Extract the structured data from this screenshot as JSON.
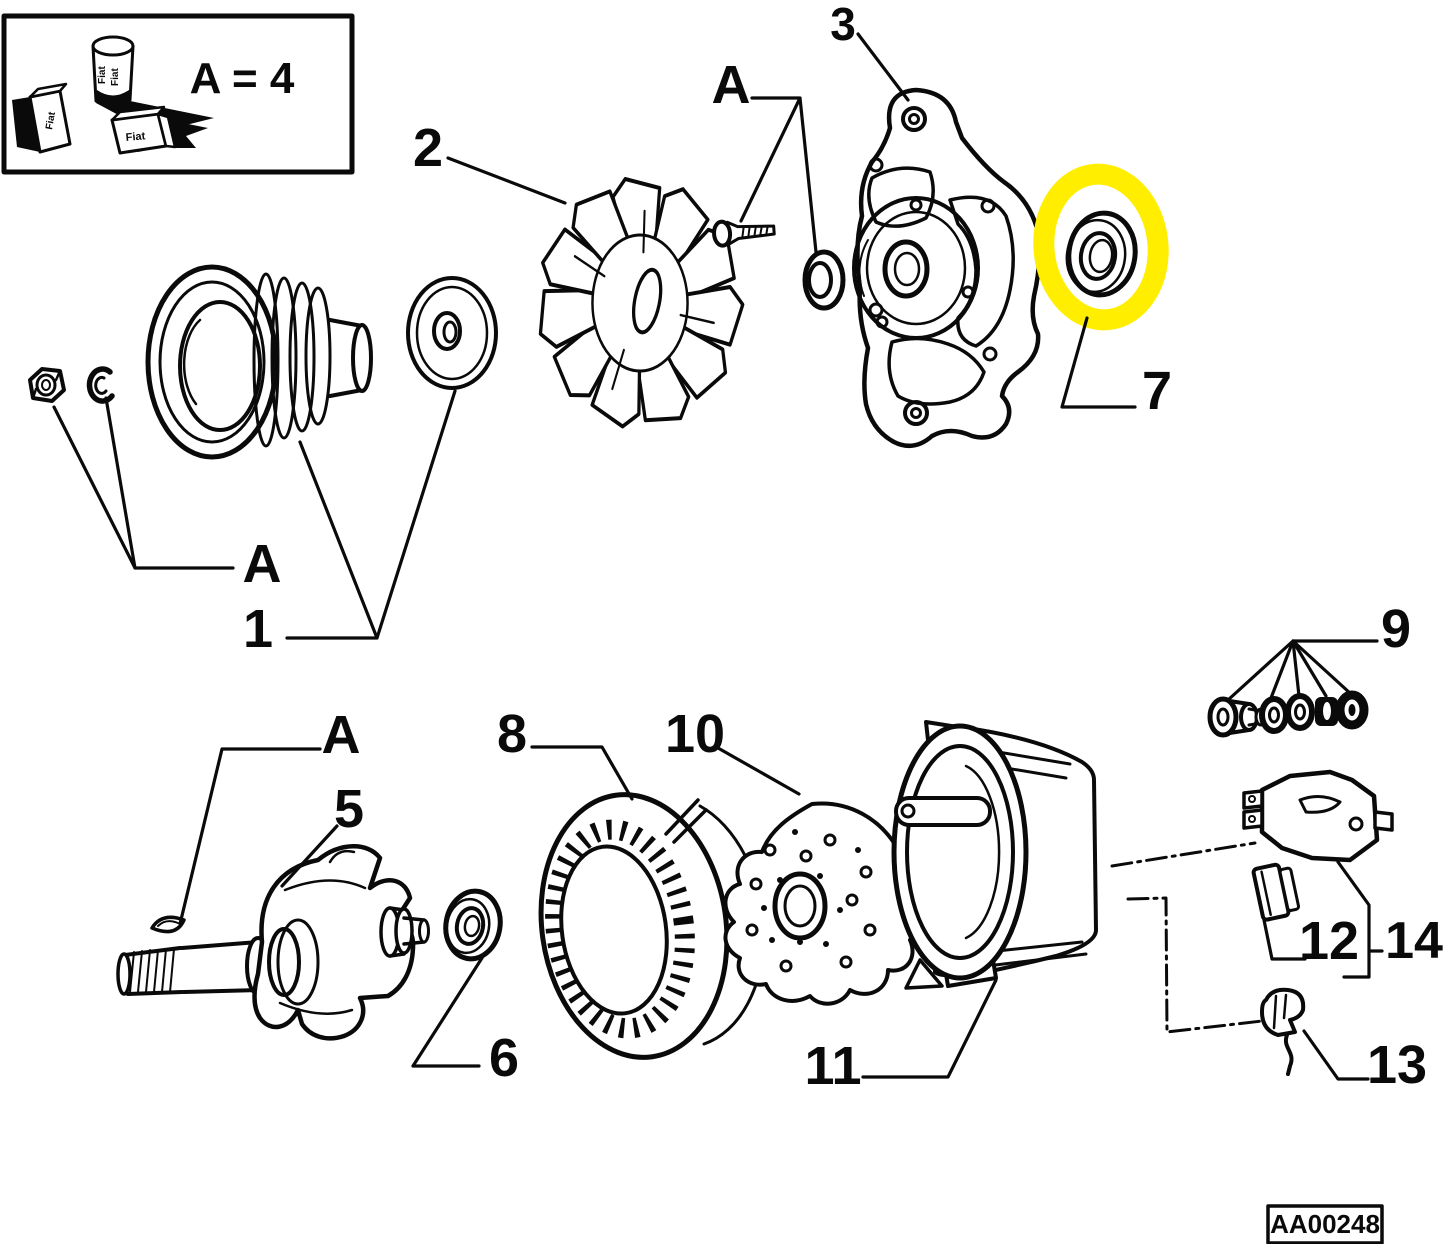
{
  "legend": {
    "equation": "A = 4",
    "brand": "Fiat"
  },
  "labels": {
    "ref_a": "A",
    "part1": "1",
    "part2": "2",
    "part3": "3",
    "part5": "5",
    "part6": "6",
    "part7": "7",
    "part8": "8",
    "part9": "9",
    "part10": "10",
    "part11": "11",
    "part12": "12",
    "part13": "13",
    "part14": "14"
  },
  "highlight": {
    "highlighted_part": "7",
    "color": "#FFEE00"
  },
  "footer": {
    "code": "AA00248"
  }
}
